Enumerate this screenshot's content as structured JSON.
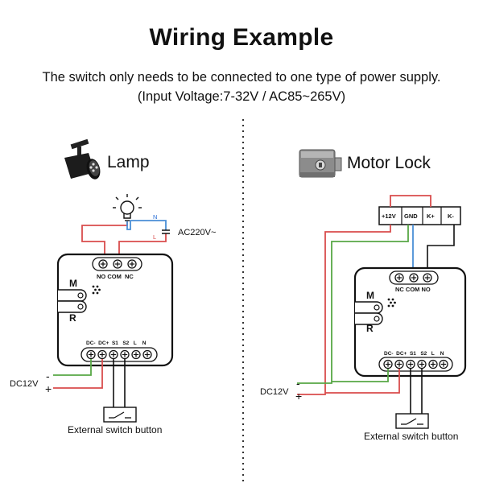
{
  "header": {
    "title": "Wiring Example",
    "subtitle_line1": "The switch only needs to be connected to one type of power supply.",
    "subtitle_line2": "(Input Voltage:7-32V / AC85~265V)"
  },
  "left_example": {
    "device_label": "Lamp",
    "ac_label": "AC220V~",
    "n_label": "N",
    "l_label": "L",
    "terminals_top": "NO COM  NC",
    "m_label": "M",
    "r_label": "R",
    "terminals_bottom": "DC-  DC+  S1   S2   L    N",
    "dc_label": "DC12V",
    "minus": "-",
    "plus": "+",
    "switch_label": "External switch button"
  },
  "right_example": {
    "device_label": "Motor Lock",
    "lock_terminals": [
      "+12V",
      "GND",
      "K+",
      "K-"
    ],
    "terminals_top": "NC COM NO",
    "m_label": "M",
    "r_label": "R",
    "terminals_bottom": "DC-  DC+  S1   S2   L    N",
    "dc_label": "DC12V",
    "minus": "-",
    "plus": "+",
    "switch_label": "External switch button"
  },
  "colors": {
    "red_wire": "#d94c4c",
    "green_wire": "#57a845",
    "blue_wire": "#4a8fd6",
    "black_wire": "#222222"
  }
}
